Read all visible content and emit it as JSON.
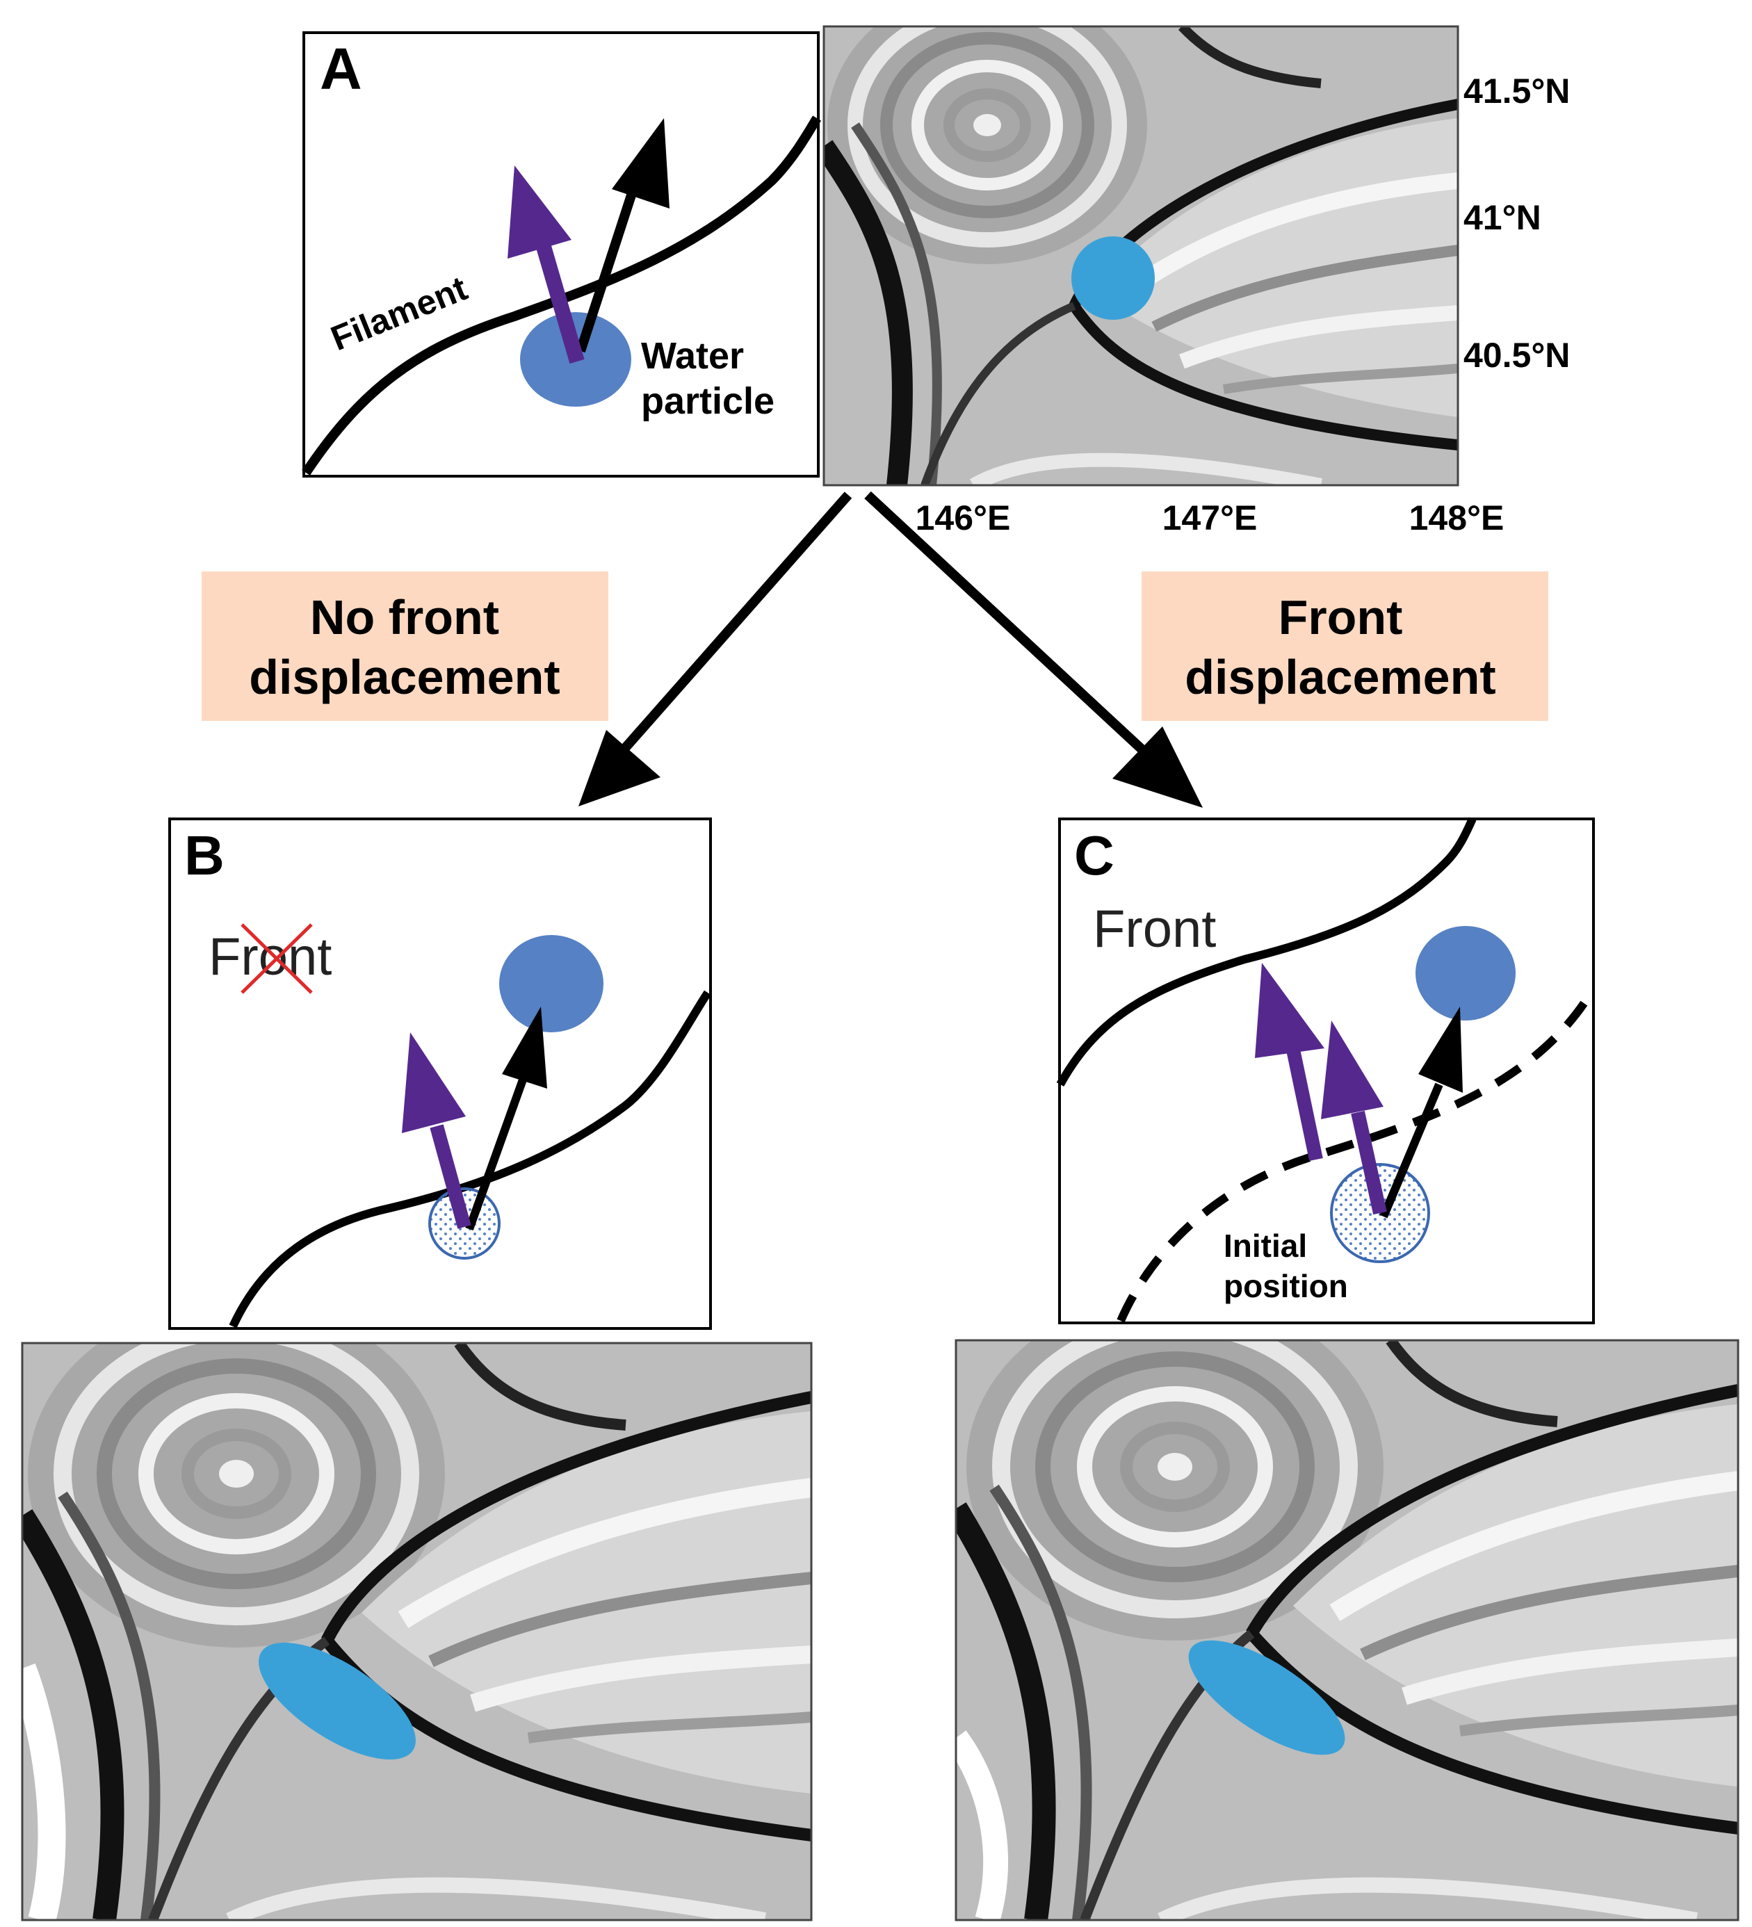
{
  "colors": {
    "purple_arrow": "#55288e",
    "particle_blue": "#5681c4",
    "particle_cyan": "#3aa1d8",
    "box_fill": "#fdd9c2",
    "cross_red": "#e02a2a",
    "line_black": "#000000",
    "map_dark": "#1a1a1a",
    "map_mid": "#8c8c8c",
    "map_light": "#d9d9d9"
  },
  "panel_a": {
    "letter": "A",
    "filament_label": "Filament",
    "particle_label_1": "Water",
    "particle_label_2": "particle"
  },
  "map_top": {
    "lat_labels": [
      "41.5°N",
      "41°N",
      "40.5°N"
    ],
    "lon_labels": [
      "146°E",
      "147°E",
      "148°E"
    ]
  },
  "branches": {
    "left_label_1": "No front",
    "left_label_2": "displacement",
    "right_label_1": "Front",
    "right_label_2": "displacement"
  },
  "panel_b": {
    "letter": "B",
    "crossed_word": "Front"
  },
  "panel_c": {
    "letter": "C",
    "front_label": "Front",
    "initial_label_1": "Initial",
    "initial_label_2": "position"
  }
}
